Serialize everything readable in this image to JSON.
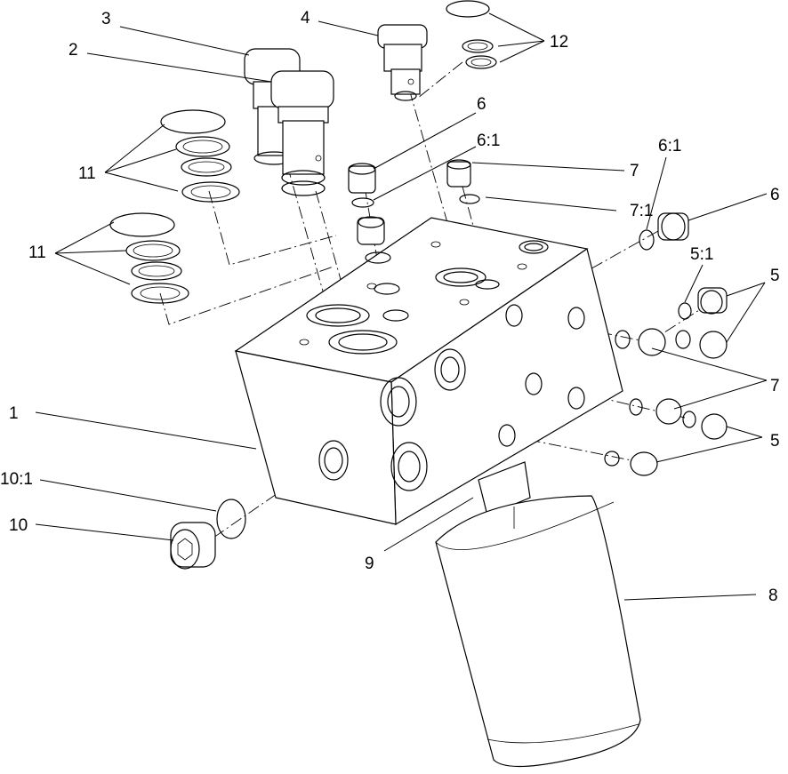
{
  "callouts": {
    "c1": "1",
    "c2": "2",
    "c3": "3",
    "c4": "4",
    "c5a": "5",
    "c5b": "5",
    "c5_1": "5:1",
    "c6a": "6",
    "c6b": "6",
    "c6_1a": "6:1",
    "c6_1b": "6:1",
    "c7a": "7",
    "c7b": "7",
    "c7_1": "7:1",
    "c8": "8",
    "c9": "9",
    "c10": "10",
    "c10_1": "10:1",
    "c11a": "11",
    "c11b": "11",
    "c12": "12"
  }
}
